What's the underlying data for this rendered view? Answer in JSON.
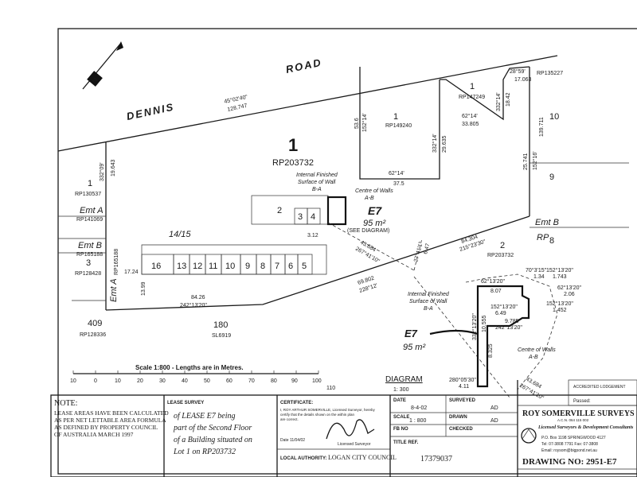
{
  "road": {
    "name": "DENNIS",
    "suffix": "ROAD"
  },
  "lots": {
    "main_number": "1",
    "main_plan": "RP203732",
    "lot_rp149240": "1",
    "plan_rp149240": "RP149240",
    "lot_rp147249": "1",
    "plan_rp147249": "RP147249",
    "plan_rp135227": "RP135227",
    "lot_rp130537": "1",
    "plan_rp130537": "RP130537",
    "lot_3": "3",
    "plan_rp128428": "RP128428",
    "lot_409": "409",
    "plan_rp128336": "RP128336",
    "lot_180": "180",
    "plan_sl6919": "SL6919",
    "lot_2": "2",
    "plan_rp203732_b": "RP203732",
    "lot_10": "10",
    "lot_9": "9",
    "lot_8": "8",
    "emt_a": "Emt A",
    "plan_rp141069": "RP141069",
    "emt_b": "Emt B",
    "plan_rp165188": "RP165188",
    "emt_a_vertical": "Emt A",
    "plan_rp165188_b": "RP165188",
    "emt_b_right": "Emt B",
    "rp_right": "RP"
  },
  "units": {
    "row_top": [
      "2",
      "3",
      "4"
    ],
    "row_bottom": [
      "16",
      "13",
      "12",
      "11",
      "10",
      "9",
      "8",
      "7",
      "6",
      "5"
    ],
    "label_14_15": "14/15"
  },
  "dimensions": {
    "d1": "45°02'40\"",
    "d2": "128.747",
    "d3": "332°09'",
    "d4": "19.643",
    "d5": "53.6",
    "d6": "152°14'",
    "d7": "62°14'",
    "d8": "37.5",
    "d9": "332°14'",
    "d10": "29.635",
    "d11": "62°14'",
    "d12": "33.805",
    "d13": "332°14'",
    "d14": "18.42",
    "d15": "28°59'",
    "d16": "17.063",
    "d17": "25.741",
    "d18": "152°16'",
    "d19": "139.711",
    "d20": "84.304",
    "d21": "215°23'30\"",
    "d22": "69.802",
    "d23": "228°12'",
    "d24": "84.26",
    "d25": "242°13'20\"",
    "d26": "17.24",
    "d27": "13.99",
    "d28": "3.12",
    "d29": "43.684",
    "d30": "267°41'10\"",
    "d31": "27°41'1\"",
    "d32": "6.47"
  },
  "lease": {
    "name": "E7",
    "area": "95 m²",
    "see_diagram": "(SEE DIAGRAM)",
    "label_internal": "Internal Finished",
    "label_surface": "Surface of Wall",
    "label_ba": "B-A",
    "label_centre": "Centre of Walls",
    "label_ab": "A-B"
  },
  "diagram": {
    "title": "DIAGRAM",
    "scale": "1: 300",
    "lease_name": "E7",
    "lease_area": "95 m²",
    "internal": "Internal Finished",
    "surface": "Surface of Wall",
    "ba": "B-A",
    "centre": "Centre of Walls",
    "ab": "A-B",
    "dims": {
      "a1": "62°13'20\"",
      "a2": "8.07",
      "a3": "70°3'15\"",
      "a4": "1.34",
      "a5": "152°13'20\"",
      "a6": "1.743",
      "a7": "62°13'20\"",
      "a8": "2.06",
      "a9": "152°13'20\"",
      "a10": "1.452",
      "a11": "332°13'20\"",
      "a12": "10.555",
      "a13": "152°13'20\"",
      "a14": "6.49",
      "a15": "9.785",
      "a16": "242°13'20\"",
      "a17": "8.325",
      "a18": "280°05'30\"",
      "a19": "4.11",
      "a20": "43.684",
      "a21": "267°41'10\""
    }
  },
  "scale_bar": {
    "text": "Scale 1:800 - Lengths are in Metres.",
    "ticks": [
      "10",
      "0",
      "10",
      "20",
      "30",
      "40",
      "50",
      "60",
      "70",
      "80",
      "90",
      "100",
      "110"
    ]
  },
  "north": {
    "label": "N"
  },
  "title_block": {
    "note_title": "NOTE:",
    "note_lines": [
      "LEASE AREAS HAVE BEEN CALCULATED",
      "AS PER NET LETTABLE AREA FORMULA",
      "AS DEFINED BY PROPERTY COUNCIL",
      "OF AUSTRALIA MARCH 1997"
    ],
    "lease_survey_label": "LEASE SURVEY",
    "lease_lines": [
      "of LEASE E7 being",
      "part of the Second Floor",
      "of a Building situated on",
      "Lot 1 on RP203732"
    ],
    "certificate_label": "CERTIFICATE:",
    "certificate_lines": [
      "I, ROY ARTHUR SOMERVILLE, Licensed Surveyor, hereby",
      "certify that the details shown on the within plan",
      "are correct."
    ],
    "cert_date": "Date 11/04/02",
    "licensed_surveyor": "Licensed Surveyor",
    "local_authority_label": "LOCAL AUTHORITY:",
    "local_authority_value": "LOGAN CITY COUNCIL",
    "date_label": "DATE",
    "date_value": "8-4-02",
    "scale_label": "SCALE",
    "scale_value": "1 : 800",
    "fb_label": "FB NO",
    "surveyed_label": "SURVEYED",
    "surveyed_value": "AD",
    "drawn_label": "DRAWN",
    "drawn_value": "AD",
    "checked_label": "CHECKED",
    "title_ref_label": "TITLE REF.",
    "title_ref_value": "17379037",
    "accredited": "ACCREDITED LODGEMENT",
    "passed": "Passed:",
    "company": "ROY SOMERVILLE SURVEYS",
    "acn": "A.C.N. 064 115 002",
    "company_sub": "Licensed Surveyors & Development Consultants",
    "address": "P.O. Box 1198 SPRINGWOOD 4127",
    "phone": "Tel: 07-3808 7791  Fax: 07-3808",
    "email": "Email: roysom@bigpond.net.au",
    "drawing_no": "DRAWING NO: 2951-E7"
  }
}
